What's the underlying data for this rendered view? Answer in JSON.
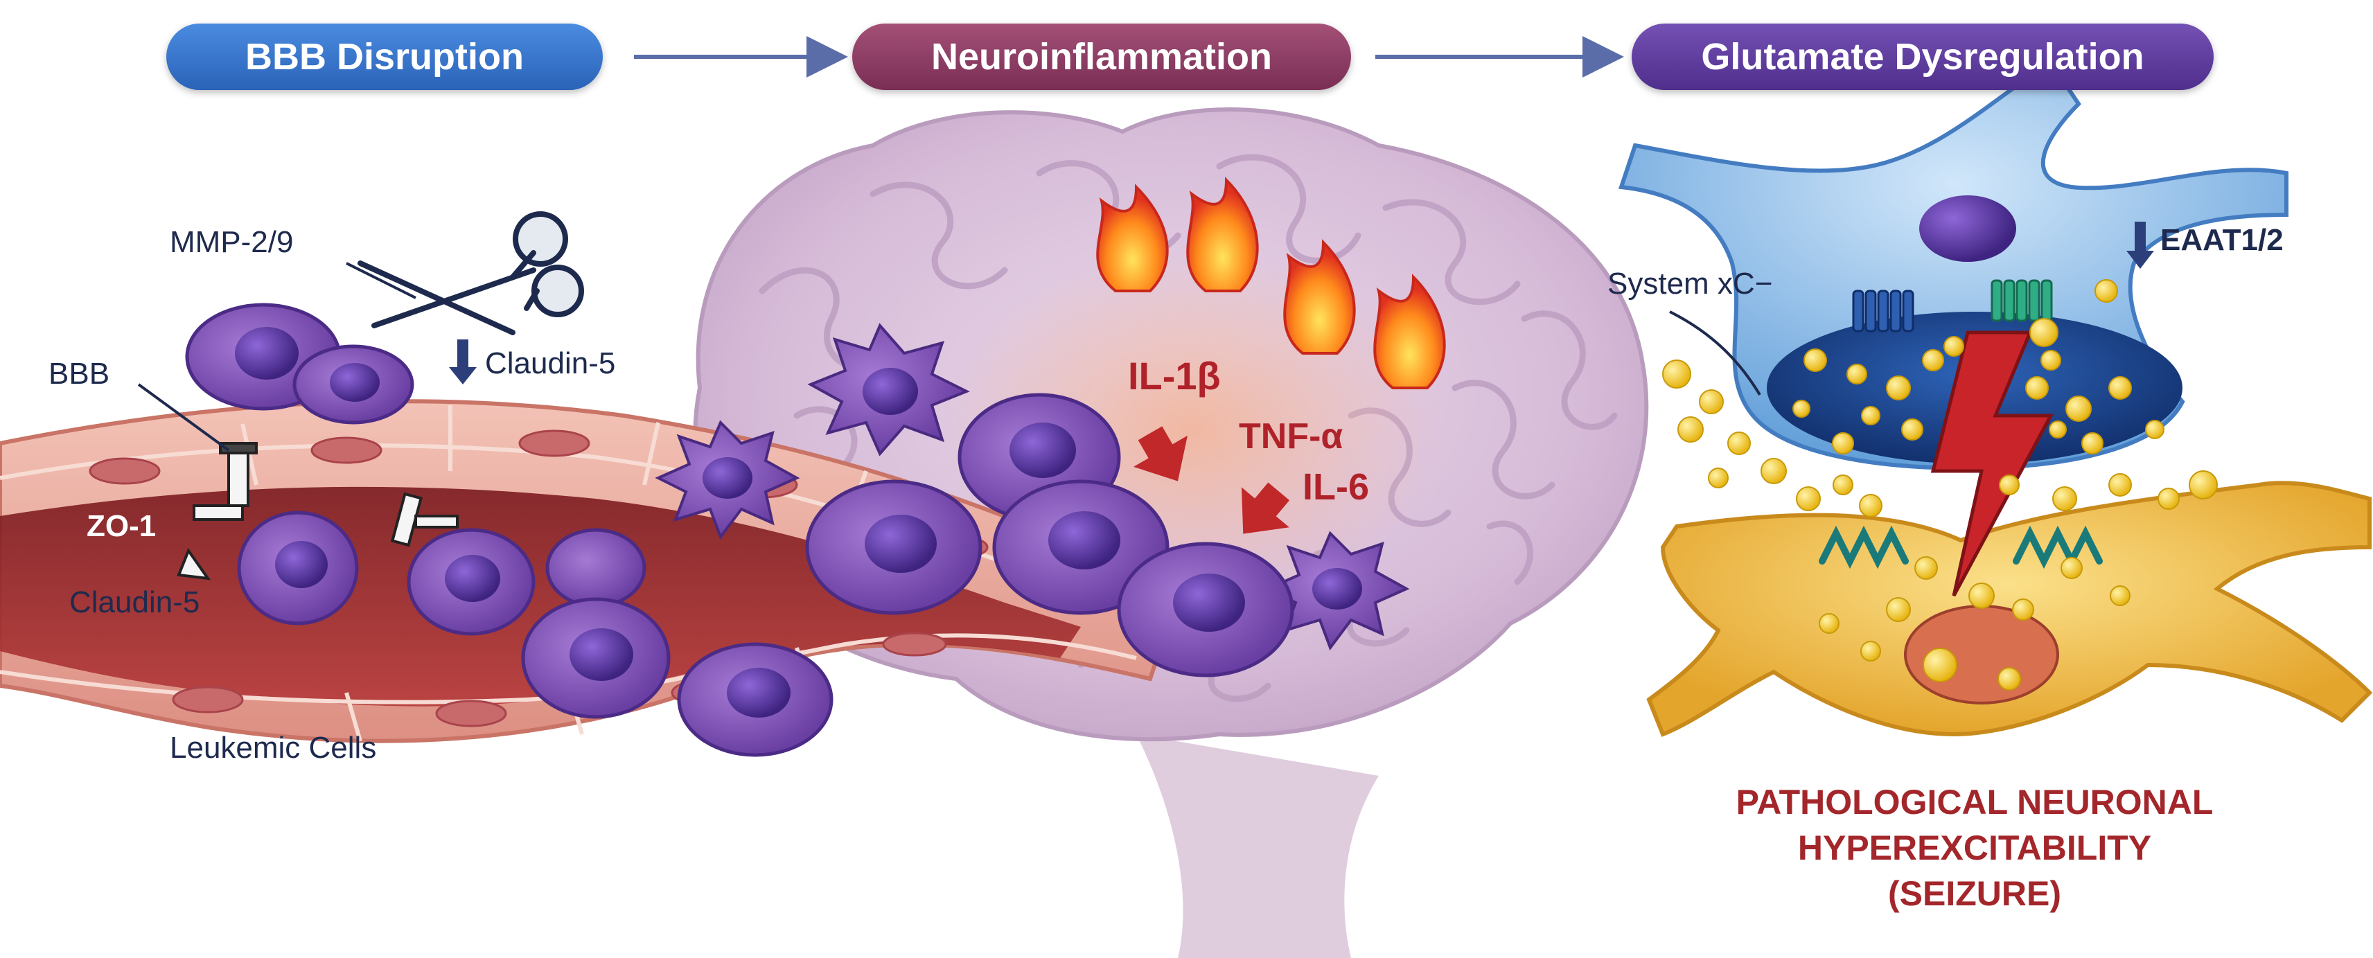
{
  "headers": {
    "bbb_disruption": "BBB Disruption",
    "neuroinflammation": "Neuroinflammation",
    "glutamate_dysregulation": "Glutamate Dysregulation"
  },
  "labels": {
    "mmp": "MMP-2/9",
    "claudin_top": "Claudin-5",
    "bbb": "BBB",
    "zo1": "ZO-1",
    "claudin_bottom": "Claudin-5",
    "leukemic_cells": "Leukemic Cells",
    "il1b": "IL-1β",
    "tnfa": "TNF-α",
    "il6": "IL-6",
    "system_xc": "System xC−",
    "eaat": "EAAT1/2"
  },
  "outcome": {
    "line1": "PATHOLOGICAL NEURONAL",
    "line2": "HYPEREXCITABILITY",
    "line3": "(SEIZURE)"
  },
  "colors": {
    "bbb_pill": "#2f72c6",
    "neuro_pill": "#8e3b62",
    "glutamate_pill": "#5d3a9c",
    "leukemic_cell": "#7b4fb3",
    "vessel": "#e8a59a",
    "cytokine_red": "#b0222a",
    "glutamate": "#f2cc1f",
    "astrocyte": "#3a78c8",
    "neuron": "#e9b43c"
  }
}
